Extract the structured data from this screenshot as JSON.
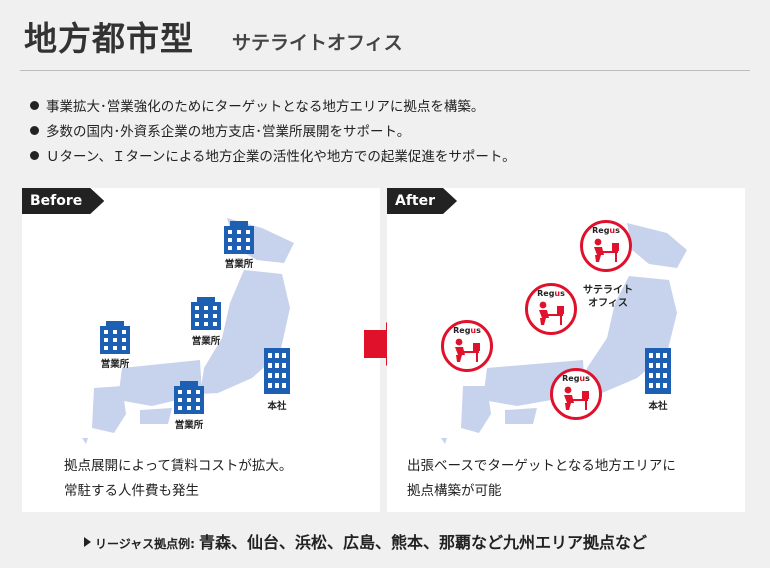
{
  "header": {
    "title": "地方都市型",
    "subtitle": "サテライトオフィス"
  },
  "bullets": [
    "事業拡大･営業強化のためにターゲットとなる地方エリアに拠点を構築。",
    "多数の国内･外資系企業の地方支店･営業所展開をサポート。",
    "Ｕターン、Ｉターンによる地方企業の活性化や地方での起業促進をサポート。"
  ],
  "before": {
    "tag": "Before",
    "labels": {
      "office": "営業所",
      "hq": "本社"
    },
    "caption": [
      "拠点展開によって賃料コストが拡大。",
      "常駐する人件費も発生"
    ]
  },
  "after": {
    "tag": "After",
    "regus_logo": "Regus",
    "satellite_label": [
      "サテライト",
      "オフィス"
    ],
    "hq": "本社",
    "caption": [
      "出張ベースでターゲットとなる地方エリアに",
      "拠点構築が可能"
    ]
  },
  "footer": {
    "label": "リージャス拠点例:",
    "cities": "青森、仙台、浜松、広島、熊本、那覇など九州エリア拠点など"
  },
  "colors": {
    "map": "#c7d2ec",
    "building": "#1d5fb3",
    "accent": "#e0112b"
  }
}
